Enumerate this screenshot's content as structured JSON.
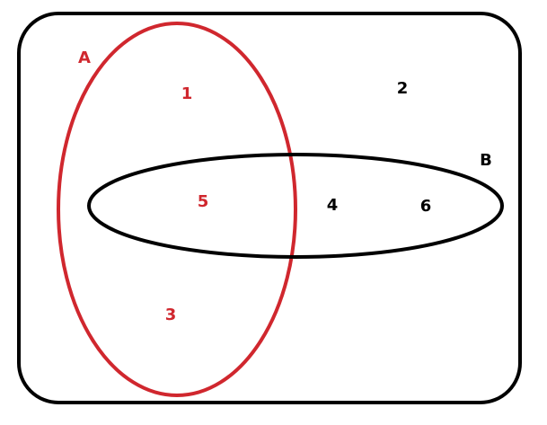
{
  "diagram": {
    "type": "venn",
    "universe": {
      "elements_outside": [
        "2"
      ]
    },
    "sets": [
      {
        "label": "A",
        "color": "#d0272e",
        "only_elements": [
          "1",
          "3"
        ]
      },
      {
        "label": "B",
        "color": "#000000",
        "only_elements": [
          "4",
          "6"
        ]
      }
    ],
    "intersection": {
      "elements": [
        "5"
      ],
      "color": "#d0272e"
    },
    "colors": {
      "set_a": "#d0272e",
      "set_b": "#000000",
      "universe_border": "#000000"
    }
  }
}
